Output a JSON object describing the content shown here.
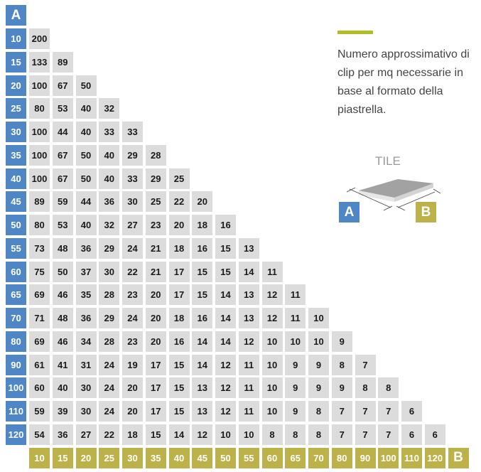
{
  "axis_a_label": "A",
  "axis_b_label": "B",
  "row_headers": [
    "10",
    "15",
    "20",
    "25",
    "30",
    "35",
    "40",
    "45",
    "50",
    "55",
    "60",
    "65",
    "70",
    "80",
    "90",
    "100",
    "110",
    "120"
  ],
  "col_headers": [
    "10",
    "15",
    "20",
    "25",
    "30",
    "35",
    "40",
    "45",
    "50",
    "55",
    "60",
    "65",
    "70",
    "80",
    "90",
    "100",
    "110",
    "120"
  ],
  "rows": [
    [
      "200"
    ],
    [
      "133",
      "89"
    ],
    [
      "100",
      "67",
      "50"
    ],
    [
      "80",
      "53",
      "40",
      "32"
    ],
    [
      "100",
      "44",
      "40",
      "33",
      "33"
    ],
    [
      "100",
      "67",
      "50",
      "40",
      "29",
      "28"
    ],
    [
      "100",
      "67",
      "50",
      "40",
      "33",
      "29",
      "25"
    ],
    [
      "89",
      "59",
      "44",
      "36",
      "30",
      "25",
      "22",
      "20"
    ],
    [
      "80",
      "53",
      "40",
      "32",
      "27",
      "23",
      "20",
      "18",
      "16"
    ],
    [
      "73",
      "48",
      "36",
      "29",
      "24",
      "21",
      "18",
      "16",
      "15",
      "13"
    ],
    [
      "75",
      "50",
      "37",
      "30",
      "22",
      "21",
      "17",
      "15",
      "15",
      "14",
      "11"
    ],
    [
      "69",
      "46",
      "35",
      "28",
      "23",
      "20",
      "17",
      "15",
      "14",
      "13",
      "12",
      "11"
    ],
    [
      "71",
      "48",
      "36",
      "29",
      "24",
      "20",
      "18",
      "16",
      "14",
      "13",
      "12",
      "11",
      "10"
    ],
    [
      "69",
      "46",
      "34",
      "28",
      "23",
      "20",
      "16",
      "14",
      "14",
      "12",
      "10",
      "10",
      "10",
      "9"
    ],
    [
      "61",
      "41",
      "31",
      "24",
      "19",
      "17",
      "15",
      "14",
      "12",
      "11",
      "10",
      "9",
      "9",
      "8",
      "7"
    ],
    [
      "60",
      "40",
      "30",
      "24",
      "20",
      "17",
      "15",
      "13",
      "12",
      "11",
      "10",
      "9",
      "9",
      "9",
      "8",
      "8"
    ],
    [
      "59",
      "39",
      "30",
      "24",
      "20",
      "17",
      "15",
      "13",
      "12",
      "11",
      "10",
      "9",
      "8",
      "7",
      "7",
      "7",
      "6"
    ],
    [
      "54",
      "36",
      "27",
      "22",
      "18",
      "15",
      "14",
      "12",
      "10",
      "10",
      "8",
      "8",
      "8",
      "7",
      "7",
      "7",
      "6",
      "6"
    ]
  ],
  "description": "Numero approssimativo di clip per mq necessarie in base al formato della piastrella.",
  "tile_label": "TILE",
  "colors": {
    "a": "#4f86c6",
    "b": "#bdb24a",
    "cell": "#dcdcdc",
    "accent": "#afbf22"
  }
}
